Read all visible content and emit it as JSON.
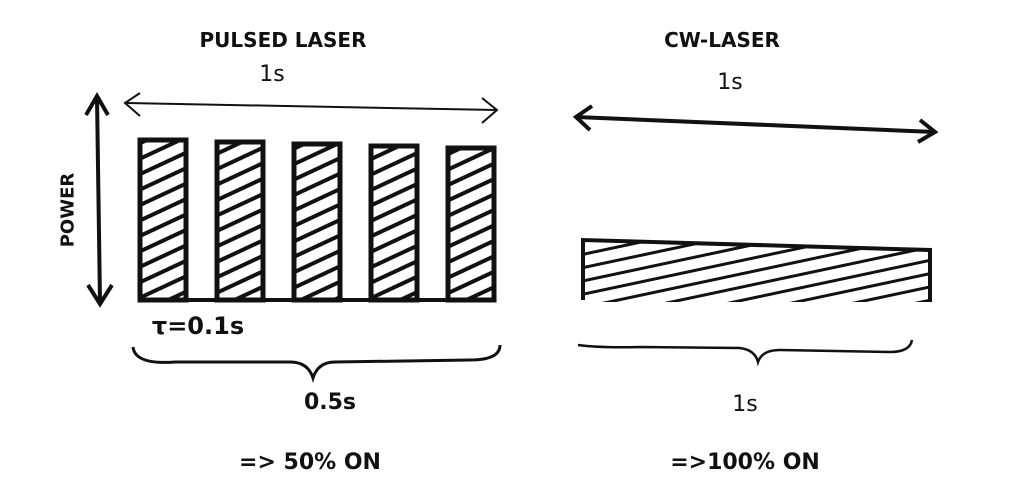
{
  "pulsed": {
    "title": "PULSED LASER",
    "period_label": "1s",
    "axis_label": "POWER",
    "pulse_width_label": "τ=0.1s",
    "on_time_label": "0.5s",
    "duty_label": "=> 50% ON",
    "pulse_count": 5
  },
  "cw": {
    "title": "CW-LASER",
    "period_label": "1s",
    "on_time_label": "1s",
    "duty_label": "=>100% ON"
  },
  "colors": {
    "ink": "#111111",
    "background": "#ffffff"
  }
}
